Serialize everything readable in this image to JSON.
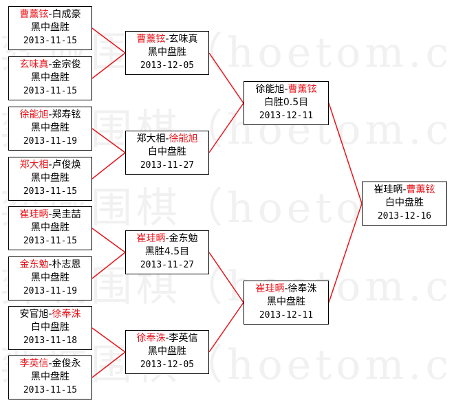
{
  "watermark": "弈城围棋（hoetom.com）",
  "colors": {
    "winner": "#e8141a",
    "line": "#e8141a",
    "border": "#000000"
  },
  "rounds": [
    {
      "name": "round-1",
      "matches": [
        {
          "p1": "曹薰铉",
          "p2": "白成豪",
          "winner": 1,
          "result": "黑中盘胜",
          "date": "2013-11-15"
        },
        {
          "p1": "玄味真",
          "p2": "金宗俊",
          "winner": 1,
          "result": "黑中盘胜",
          "date": "2013-11-15"
        },
        {
          "p1": "徐能旭",
          "p2": "郑寿铉",
          "winner": 1,
          "result": "黑中盘胜",
          "date": "2013-11-19"
        },
        {
          "p1": "郑大相",
          "p2": "卢俊焕",
          "winner": 1,
          "result": "黑中盘胜",
          "date": "2013-11-15"
        },
        {
          "p1": "崔珪昞",
          "p2": "吴圭喆",
          "winner": 1,
          "result": "黑中盘胜",
          "date": "2013-11-15"
        },
        {
          "p1": "金东勉",
          "p2": "朴志恩",
          "winner": 1,
          "result": "黑中盘胜",
          "date": "2013-11-19"
        },
        {
          "p1": "安官旭",
          "p2": "徐奉洙",
          "winner": 2,
          "result": "白中盘胜",
          "date": "2013-11-18"
        },
        {
          "p1": "李英信",
          "p2": "金俊永",
          "winner": 1,
          "result": "黑中盘胜",
          "date": "2013-11-15"
        }
      ]
    },
    {
      "name": "round-2",
      "matches": [
        {
          "p1": "曹薰铉",
          "p2": "玄味真",
          "winner": 1,
          "result": "黑中盘胜",
          "date": "2013-12-05"
        },
        {
          "p1": "郑大相",
          "p2": "徐能旭",
          "winner": 2,
          "result": "白中盘胜",
          "date": "2013-11-27"
        },
        {
          "p1": "崔珪昞",
          "p2": "金东勉",
          "winner": 1,
          "result": "黑胜4.5目",
          "date": "2013-11-27"
        },
        {
          "p1": "徐奉洙",
          "p2": "李英信",
          "winner": 1,
          "result": "黑中盘胜",
          "date": "2013-12-05"
        }
      ]
    },
    {
      "name": "round-3",
      "matches": [
        {
          "p1": "徐能旭",
          "p2": "曹薰铉",
          "winner": 2,
          "result": "白胜0.5目",
          "date": "2013-12-11"
        },
        {
          "p1": "崔珪昞",
          "p2": "徐奉洙",
          "winner": 1,
          "result": "黑中盘胜",
          "date": "2013-12-11"
        }
      ]
    },
    {
      "name": "final",
      "matches": [
        {
          "p1": "崔珪昞",
          "p2": "曹薰铉",
          "winner": 2,
          "result": "白中盘胜",
          "date": "2013-12-16"
        }
      ]
    }
  ]
}
